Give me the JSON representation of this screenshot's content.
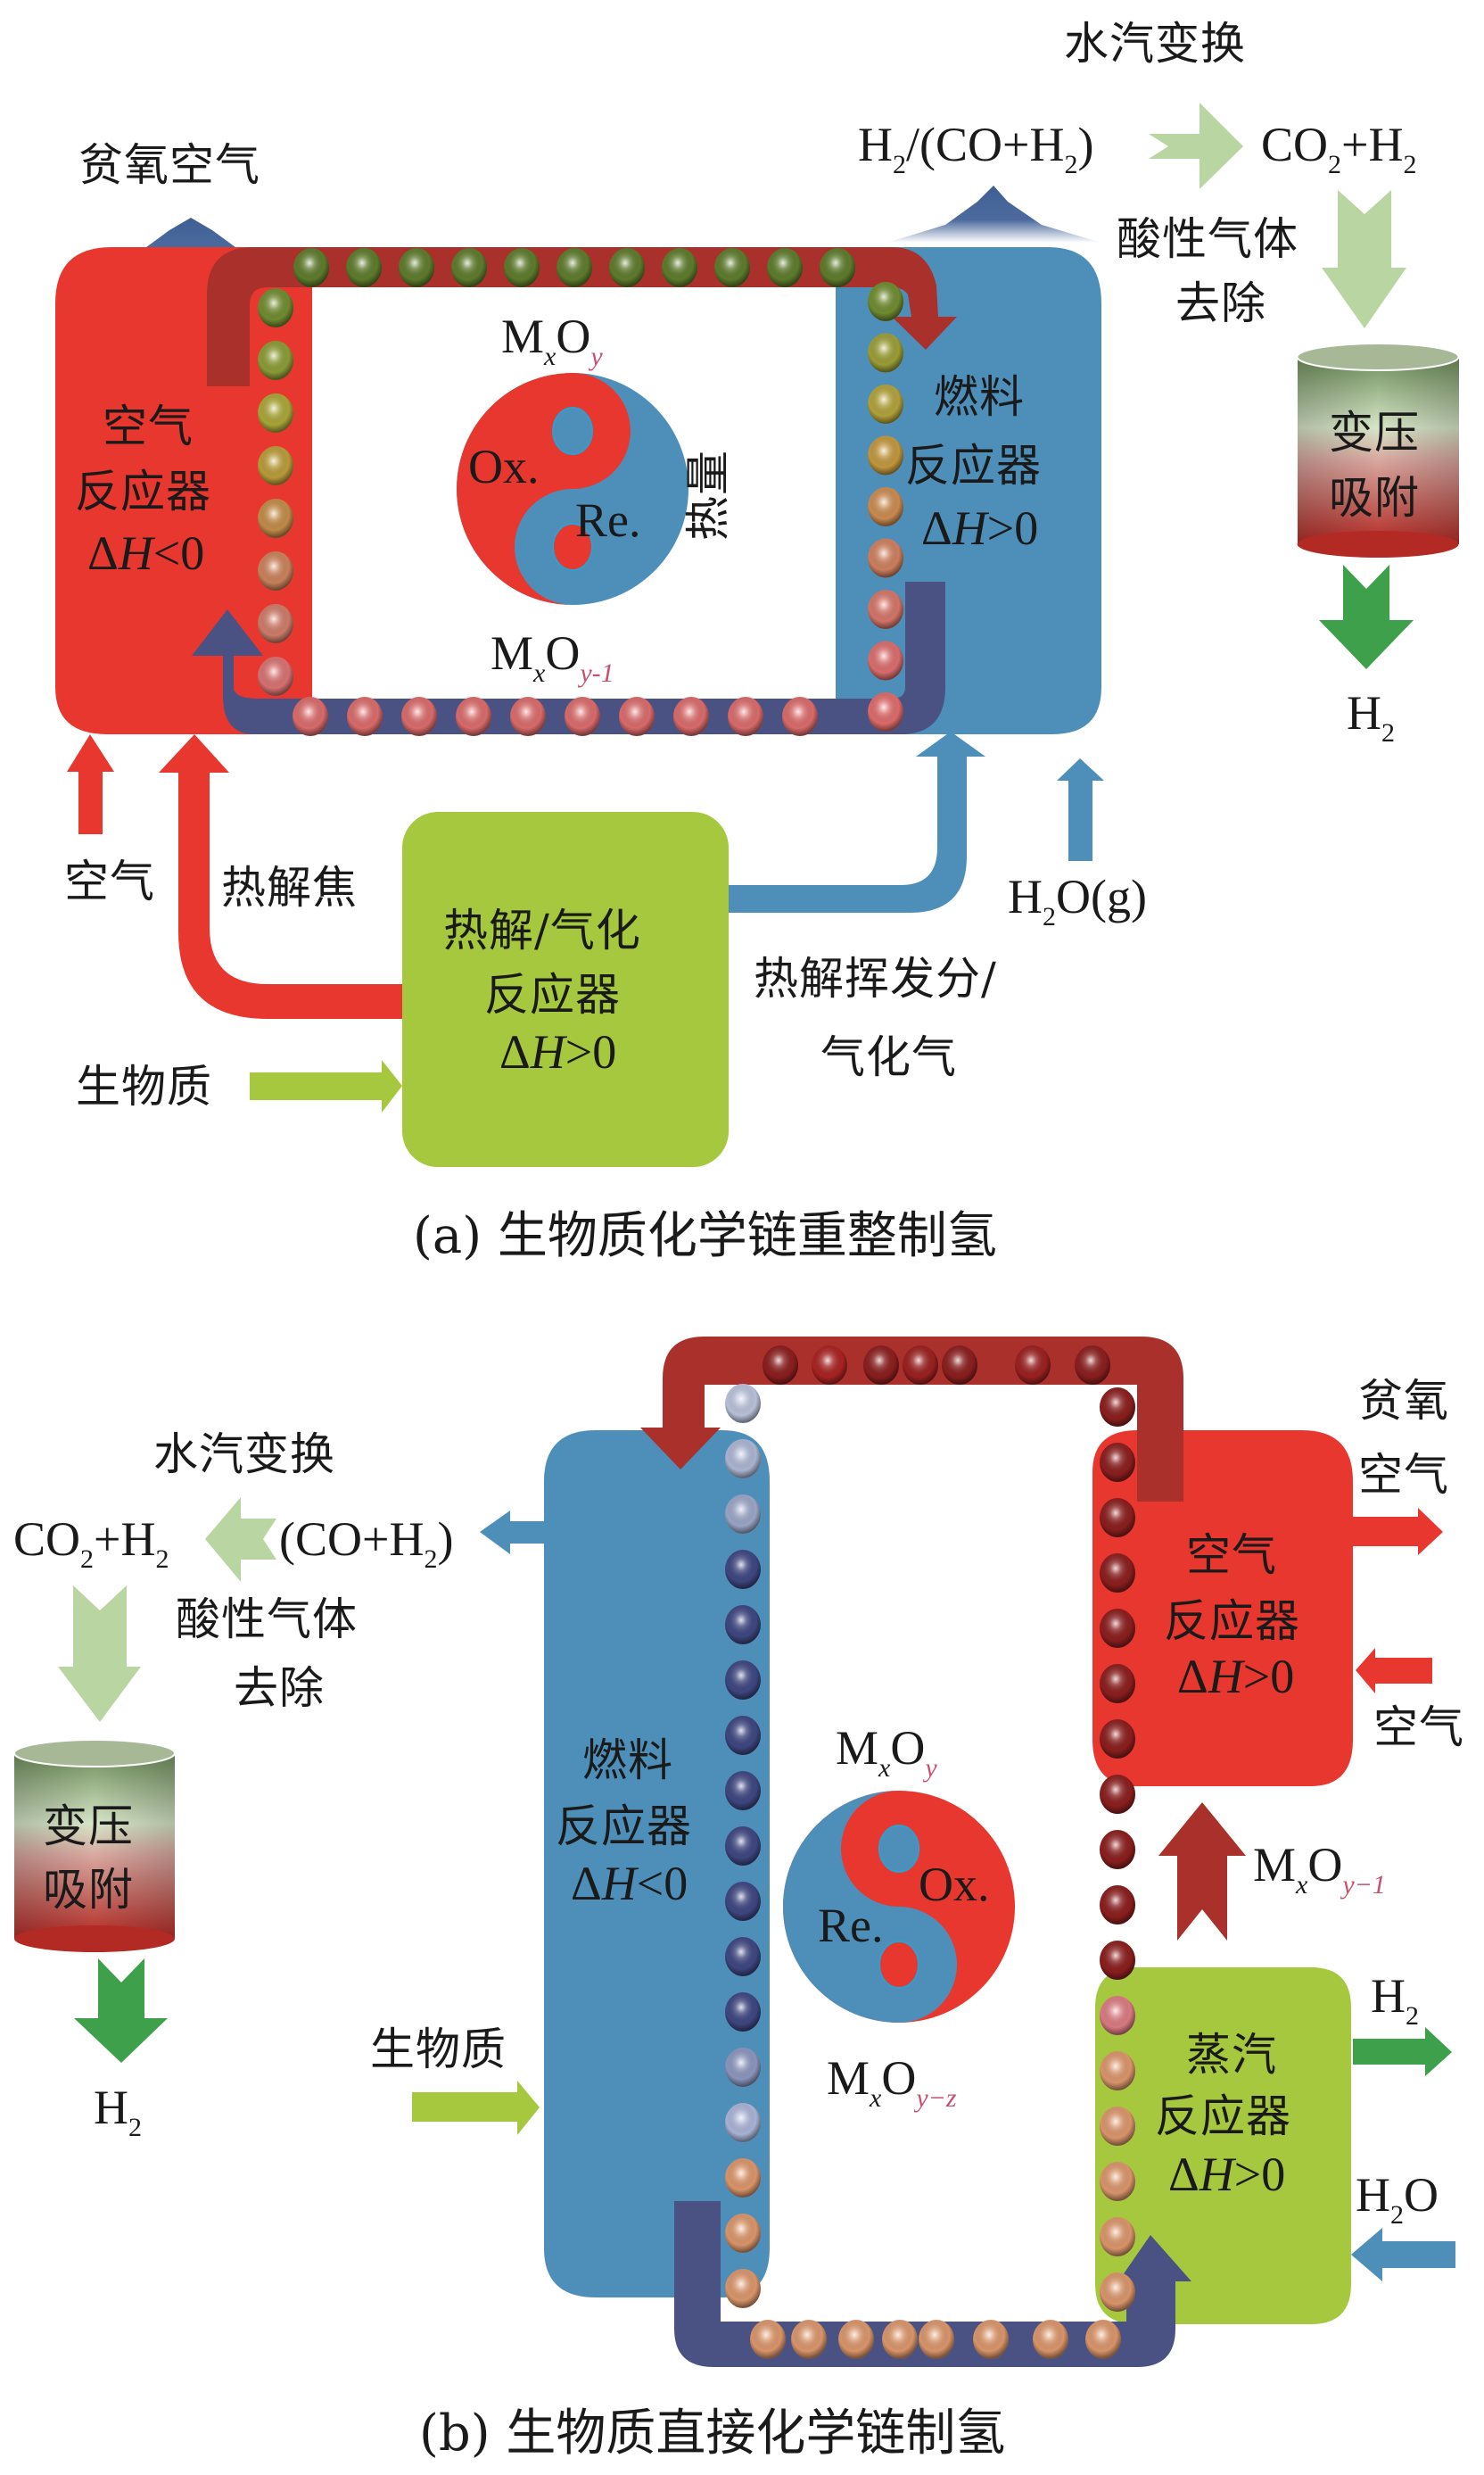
{
  "figure_a": {
    "caption": "(a) 生物质化学链重整制氢",
    "air_reactor": {
      "line1": "空气",
      "line2": "反应器",
      "dh_prefix": "Δ",
      "dh_var": "H",
      "dh_rel": "<0"
    },
    "fuel_reactor": {
      "line1": "燃料",
      "line2": "反应器",
      "dh_prefix": "Δ",
      "dh_var": "H",
      "dh_rel": ">0"
    },
    "pyro_reactor": {
      "line1": "热解/气化",
      "line2": "反应器",
      "dh_prefix": "Δ",
      "dh_var": "H",
      "dh_rel": ">0"
    },
    "depleted_air": "贫氧空气",
    "water_shift": "水汽变换",
    "syngas": {
      "h": "H",
      "s1": "2",
      "mid": "/(CO+H",
      "s2": "2",
      "end": ")"
    },
    "co2_h2": {
      "a": "CO",
      "s1": "2",
      "b": "+H",
      "s2": "2"
    },
    "acid_gas_line1": "酸性气体",
    "acid_gas_line2": "去除",
    "psa_line1": "变压",
    "psa_line2": "吸附",
    "h2_out": {
      "h": "H",
      "s": "2"
    },
    "oxide_top": {
      "m": "M",
      "x": "x",
      "o": "O",
      "y": "y"
    },
    "oxide_bottom": {
      "m": "M",
      "x": "x",
      "o": "O",
      "y": "y-1"
    },
    "yin_ox": "Ox.",
    "yin_re": "Re.",
    "heat": "热量",
    "air_in": "空气",
    "char": "热解焦",
    "biomass": "生物质",
    "volatiles_line1": "热解挥发分/",
    "volatiles_line2": "气化气",
    "steam": {
      "h": "H",
      "s": "2",
      "rest": "O(g)"
    },
    "ball_colors": {
      "top_row": [
        "#5d7a2c",
        "#5d7a2c",
        "#5d7a2c",
        "#5d7a2c",
        "#5d7a2c",
        "#5d7a2c",
        "#5d7a2c",
        "#5d7a2c",
        "#5d7a2c",
        "#5d7a2c",
        "#5d7a2c"
      ],
      "left_col": [
        "#6f8a30",
        "#8a9a35",
        "#a8a438",
        "#b89a3a",
        "#c08a48",
        "#c8805a",
        "#cc7a68",
        "#d67070"
      ],
      "right_col": [
        "#6f8a30",
        "#9a9c36",
        "#b0a03a",
        "#c0963e",
        "#c88a50",
        "#cc7e5e",
        "#d27468",
        "#d86c6c",
        "#dc6a6a"
      ],
      "bottom_row": [
        "#d86a6a",
        "#d86a6a",
        "#d86a6a",
        "#d86a6a",
        "#d86a6a",
        "#d86a6a",
        "#d86a6a",
        "#d86a6a",
        "#d86a6a",
        "#d86a6a"
      ]
    }
  },
  "figure_b": {
    "caption": "(b) 生物质直接化学链制氢",
    "fuel_reactor": {
      "line1": "燃料",
      "line2": "反应器",
      "dh_prefix": "Δ",
      "dh_var": "H",
      "dh_rel": "<0"
    },
    "air_reactor": {
      "line1": "空气",
      "line2": "反应器",
      "dh_prefix": "Δ",
      "dh_var": "H",
      "dh_rel": ">0"
    },
    "steam_reactor": {
      "line1": "蒸汽",
      "line2": "反应器",
      "dh_prefix": "Δ",
      "dh_var": "H",
      "dh_rel": ">0"
    },
    "water_shift": "水汽变换",
    "co2_h2": {
      "a": "CO",
      "s1": "2",
      "b": "+H",
      "s2": "2"
    },
    "syngas": {
      "a": "(CO+H",
      "s": "2",
      "b": ")"
    },
    "acid_gas_line1": "酸性气体",
    "acid_gas_line2": "去除",
    "psa_line1": "变压",
    "psa_line2": "吸附",
    "h2_left": {
      "h": "H",
      "s": "2"
    },
    "biomass": "生物质",
    "depleted_air_line1": "贫氧",
    "depleted_air_line2": "空气",
    "air_in": "空气",
    "h2_right": {
      "h": "H",
      "s": "2"
    },
    "water_in": {
      "h": "H",
      "s": "2",
      "rest": "O"
    },
    "oxide_top": {
      "m": "M",
      "x": "x",
      "o": "O",
      "y": "y"
    },
    "oxide_bottom": {
      "m": "M",
      "x": "x",
      "o": "O",
      "y": "y−z"
    },
    "oxide_mid": {
      "m": "M",
      "x": "x",
      "o": "O",
      "y": "y−1"
    },
    "yin_ox": "Ox.",
    "yin_re": "Re.",
    "ball_colors": {
      "top_row": [
        "#8a1e1e",
        "#a82222",
        "#8a1e1e",
        "#9a2020",
        "#8a1e1e",
        "#9a2020",
        "#8a1e1e"
      ],
      "left_col": [
        "#b8c0d8",
        "#aab4d0",
        "#9aa4c4",
        "#3e4680",
        "#3e4680",
        "#3e4680",
        "#3e4680",
        "#3e4680",
        "#3e4680",
        "#3e4680",
        "#3e4680",
        "#3e4680",
        "#8a94bc",
        "#a8b2d4",
        "#d8946a",
        "#d8946a",
        "#d8946a"
      ],
      "right_col": [
        "#8a1e1e",
        "#8a1e1e",
        "#8a1e1e",
        "#8a1e1e",
        "#8a1e1e",
        "#8a1e1e",
        "#8a1e1e",
        "#8a1e1e",
        "#8a1e1e",
        "#8a1e1e",
        "#8a1e1e",
        "#d87a80",
        "#d8946a",
        "#d8946a",
        "#d8946a",
        "#d8946a",
        "#d8946a"
      ],
      "bottom_row": [
        "#d8946a",
        "#d8946a",
        "#d8946a",
        "#d8946a",
        "#d8946a",
        "#d8946a",
        "#d8946a",
        "#d8946a"
      ]
    }
  },
  "colors": {
    "air_reactor": "#e8372f",
    "fuel_reactor": "#4e8fba",
    "pyro_reactor": "#a6c83e",
    "conveyor_red": "#a9302b",
    "conveyor_blue": "#4a5283",
    "arrow_light_green": "#b8d5a2",
    "arrow_green": "#3ea04a",
    "subscript_red": "#c8506e"
  }
}
